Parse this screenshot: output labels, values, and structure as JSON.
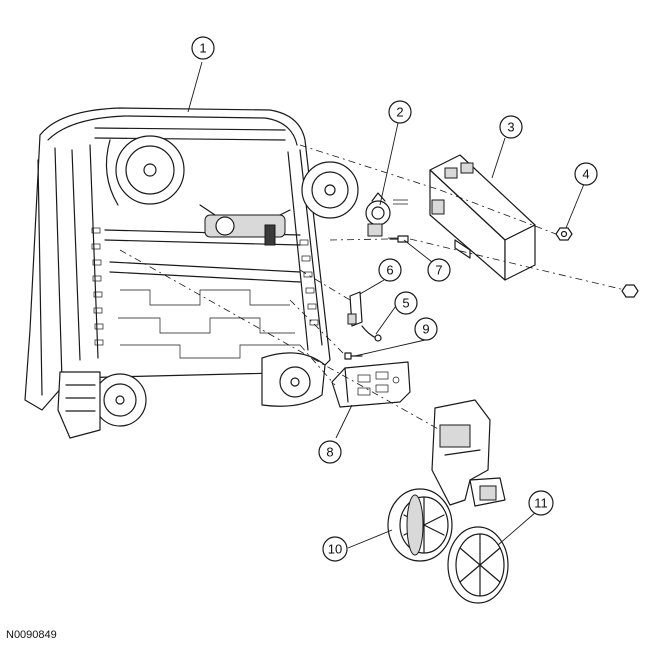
{
  "figure_code": "N0090849",
  "callouts": [
    {
      "label": "1"
    },
    {
      "label": "2"
    },
    {
      "label": "3"
    },
    {
      "label": "4"
    },
    {
      "label": "5"
    },
    {
      "label": "6"
    },
    {
      "label": "7"
    },
    {
      "label": "8"
    },
    {
      "label": "9"
    },
    {
      "label": "10"
    },
    {
      "label": "11"
    }
  ]
}
